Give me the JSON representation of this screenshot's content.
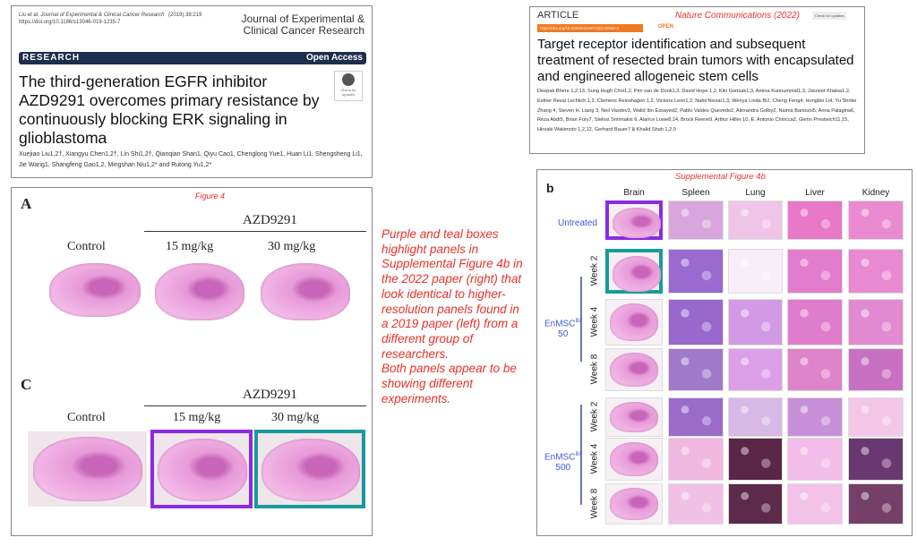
{
  "paper2019": {
    "citation": "Liu et al. Journal of Experimental & Clinical Cancer Research",
    "year_vol": "(2019) 38:219",
    "doi": "https://doi.org/10.1186/s13046-019-1235-7",
    "journal_line1": "Journal of Experimental &",
    "journal_line2": "Clinical Cancer Research",
    "banner_left": "RESEARCH",
    "banner_right": "Open Access",
    "title": "The third-generation EGFR inhibitor AZD9291 overcomes primary resistance by continuously blocking ERK signaling in glioblastoma",
    "authors": "Xuejiao Liu1,2†, Xiangyu Chen1,2†, Lin Shi1,2†, Qianqian Shan1, Qiyu Cao1, Chenglong Yue1, Huan Li1, Shengsheng Li1, Jie Wang1, Shangfeng Gao1,2, Mingshan Niu1,2* and Rutong Yu1,2*",
    "check_label": "Check for updates"
  },
  "paper2022": {
    "type": "ARTICLE",
    "annotation": "Nature Communications (2022)",
    "check_label": "Check for updates",
    "doi": "https://doi.org/10.1038/s41467-022-30558-3",
    "open": "OPEN",
    "title": "Target receptor identification and subsequent treatment of resected brain tumors with encapsulated and engineered allogeneic stem cells",
    "authors": "Deepak Bhere 1,2,13, Sung Hugh Choi1,2, Pim van de Donk1,3, David Hope 1,2, Kiki Gortzak1,3, Amina Kunnummal1,3, Jasneet Khalsa1,2, Esther Revai Lechtich 1,2, Clemens Reinshagen 1,2, Victoria Leon1,2, Nabil Nissar1,3, Wenya Linda Bi2, Cheng Feng4, Hongbin Li4, Yu Shrike Zhang 4, Steven H. Liang 3, Neil Vasdev3, Walid Ibn Essayed2, Pablo Valdes Quevedo2, Alexandra Golby2, Naima Banouni5, Anna Palagina6, Reza Abdi5, Brian Fury7, Stelios Smirnakis 6, Alarice Lowe8,14, Brock Reeve9, Arthur Hiller 10, E. Antonio Chiocca2, Glenn Prestwich11,15, Hiroaki Wakimoto 1,2,12, Gerhard Bauer7 & Khalid Shah 1,2,9"
  },
  "fig4": {
    "caption": "Figure 4",
    "panelA": "A",
    "panelC": "C",
    "drug": "AZD9291",
    "control": "Control",
    "dose1": "15 mg/kg",
    "dose2": "30 mg/kg"
  },
  "note": {
    "text": "Purple and teal boxes highlight panels in Supplemental Figure 4b in the 2022 paper (right) that look identical to higher-resolution panels found in a 2019 paper (left) from a different group of researchers.\nBoth panels appear to be showing different experiments."
  },
  "supp": {
    "caption": "Supplemental Figure 4b",
    "panel": "b",
    "columns": [
      "Brain",
      "Spleen",
      "Lung",
      "Liver",
      "Kidney"
    ],
    "untreated": "Untreated",
    "group1": "EnMSCBif 50",
    "group1_a": "EnMSC",
    "group1_sup": "Bif",
    "group1_b": "50",
    "group2_a": "EnMSC",
    "group2_sup": "Bif",
    "group2_b": "500",
    "weeks": [
      "Week 2",
      "Week 4",
      "Week 8",
      "Week 2",
      "Week 4",
      "Week 8"
    ]
  },
  "colors": {
    "purple": "#8a2be2",
    "teal": "#1a9a9a",
    "red": "#e8322a",
    "blue": "#3a5bd9"
  }
}
